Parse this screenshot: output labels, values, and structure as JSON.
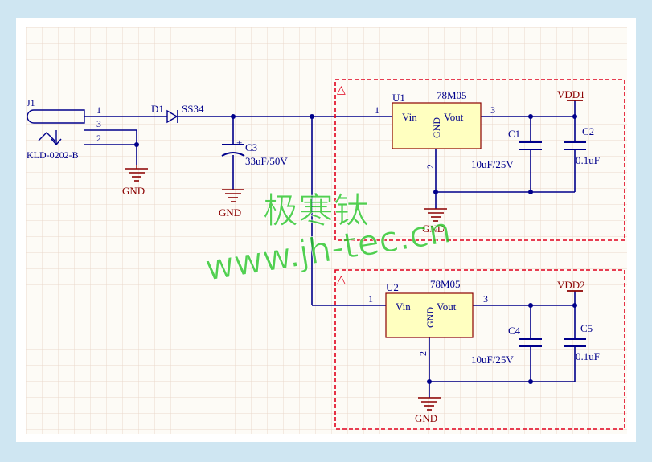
{
  "colors": {
    "wire": "#00008b",
    "part_label": "#00008b",
    "power_label": "#8b0000",
    "ic_fill": "#ffffc0",
    "ic_border": "#8b0000",
    "region_border": "#e0001b",
    "grid_line": "#ead8cc",
    "watermark": "#23c423"
  },
  "connector": {
    "designator": "J1",
    "part": "KLD-0202-B",
    "pins": [
      "1",
      "3",
      "2"
    ]
  },
  "diode": {
    "designator": "D1",
    "part": "SS34"
  },
  "cap_c3": {
    "designator": "C3",
    "value": "33uF/50V",
    "polarity": "+"
  },
  "gnd_label": "GND",
  "regulator1": {
    "designator": "U1",
    "part": "78M05",
    "vin": "Vin",
    "gnd": "GND",
    "vout": "Vout",
    "pin_in": "1",
    "pin_out": "3",
    "pin_gnd": "2",
    "c_left": {
      "designator": "C1",
      "value": "10uF/25V"
    },
    "c_right": {
      "designator": "C2",
      "value": "0.1uF"
    },
    "rail": "VDD1"
  },
  "regulator2": {
    "designator": "U2",
    "part": "78M05",
    "vin": "Vin",
    "gnd": "GND",
    "vout": "Vout",
    "pin_in": "1",
    "pin_out": "3",
    "pin_gnd": "2",
    "c_left": {
      "designator": "C4",
      "value": "10uF/25V"
    },
    "c_right": {
      "designator": "C5",
      "value": "0.1uF"
    },
    "rail": "VDD2"
  },
  "region_marker": "△",
  "watermark": {
    "line1": "极寒钛",
    "line2": "www.jh-tec.cn"
  }
}
